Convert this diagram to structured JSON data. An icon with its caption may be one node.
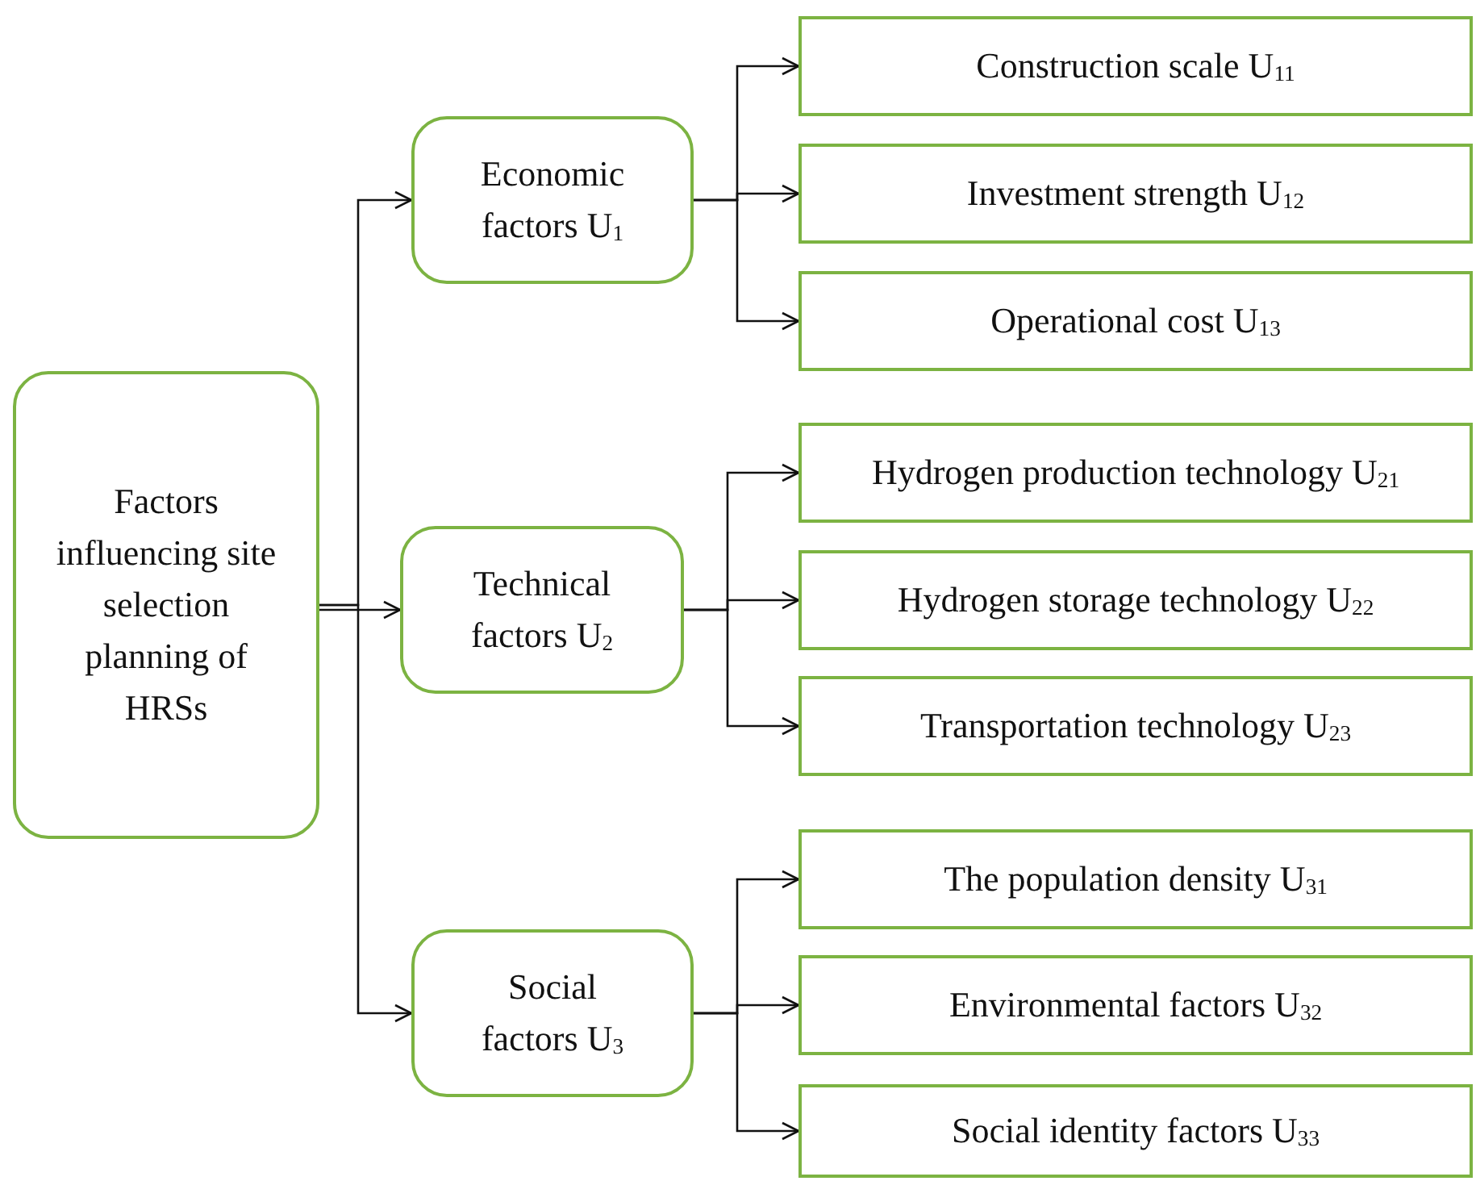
{
  "diagram": {
    "nodes": [
      {
        "text": [
          "Factors influencing site selection planning of HRSs"
        ]
      },
      {
        "text": [
          "Economic factors U$_{1}$"
        ]
      },
      {
        "text": [
          "Construction scale U$_{11}$"
        ]
      },
      {
        "text": [
          "Investment strength U$_{12}$"
        ]
      },
      {
        "text": [
          "Operational cost U$_{13}$"
        ]
      },
      {
        "text": [
          "Technical factors U$_{2}$"
        ]
      },
      {
        "text": [
          "Hydrogen production technology U$_{21}$"
        ]
      },
      {
        "text": [
          "Hydrogen storage technology U$_{22}$"
        ]
      },
      {
        "text": [
          "Transportation technology U$_{23}$"
        ]
      },
      {
        "text": [
          "Social factors U$_{3}$"
        ]
      },
      {
        "text": [
          "The population density U$_{31}$"
        ]
      },
      {
        "text": [
          "Environmental factors U$_{32}$"
        ]
      },
      {
        "text": [
          "Social identity factors U$_{33}$"
        ]
      }
    ],
    "edges": [
      {
        "from": 0,
        "to": 1,
        "arrow": "to"
      },
      {
        "from": 0,
        "to": 5,
        "arrow": "to"
      },
      {
        "from": 0,
        "to": 9,
        "arrow": "to"
      },
      {
        "from": 1,
        "to": 2,
        "arrow": "to"
      },
      {
        "from": 1,
        "to": 3,
        "arrow": "to"
      },
      {
        "from": 1,
        "to": 4,
        "arrow": "to"
      },
      {
        "from": 5,
        "to": 6,
        "arrow": "to"
      },
      {
        "from": 5,
        "to": 7,
        "arrow": "to"
      },
      {
        "from": 5,
        "to": 8,
        "arrow": "to"
      },
      {
        "from": 9,
        "to": 10,
        "arrow": "to"
      },
      {
        "from": 9,
        "to": 11,
        "arrow": "to"
      },
      {
        "from": 9,
        "to": 12,
        "arrow": "to"
      }
    ]
  }
}
